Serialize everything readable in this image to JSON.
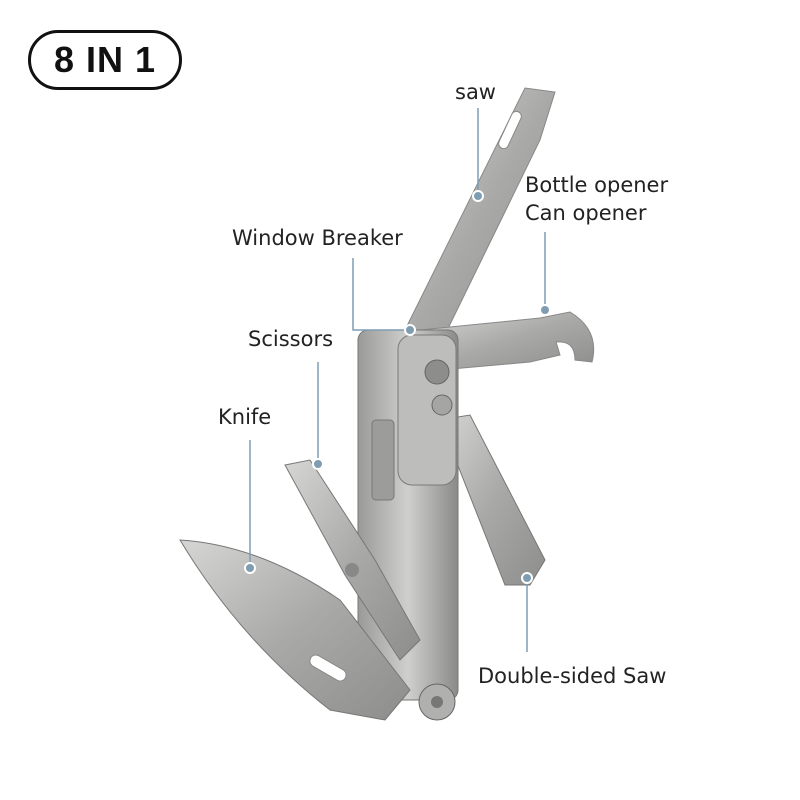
{
  "badge": {
    "text": "8 IN 1"
  },
  "labels": {
    "saw": "saw",
    "bottle_opener": "Bottle opener",
    "can_opener": "Can opener",
    "window_breaker": "Window Breaker",
    "scissors": "Scissors",
    "knife": "Knife",
    "double_sided_saw": "Double-sided Saw"
  },
  "colors": {
    "leader": "#7f9db0",
    "steel": "#b8b8b6",
    "text": "#222222"
  }
}
